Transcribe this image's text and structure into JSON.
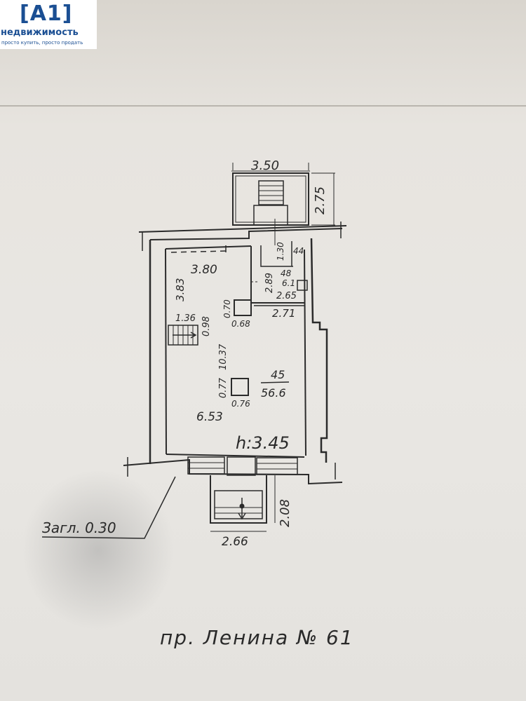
{
  "logo": {
    "mark": "[A1]",
    "name": "недвижимость",
    "tagline": "просто купить, просто продать"
  },
  "plan": {
    "dimensions": {
      "stair_width": "3.50",
      "stair_depth": "2.75",
      "room_width": "3.80",
      "room_length_left": "3.83",
      "small_dim_130": "1.30",
      "small_dim_44": "44",
      "small_dim_48": "48",
      "small_dim_61": "6.1",
      "bath_height": "2.89",
      "bath_width": "2.65",
      "column_height": "0.70",
      "column_width": "0.68",
      "corridor_width": "2.71",
      "stair_inner": "1.36",
      "stair_length": "0.98",
      "pillar_label": "0.77",
      "pillar_side": "10.37",
      "pillar_bottom": "0.76",
      "room_area_num": "45",
      "room_area": "56.6",
      "room_length": "6.53",
      "ceiling_height": "h:3.45",
      "porch_depth": "2.08",
      "porch_width": "2.66",
      "depth_note": "Загл. 0.30"
    },
    "address": "пр. Ленина № 61"
  }
}
